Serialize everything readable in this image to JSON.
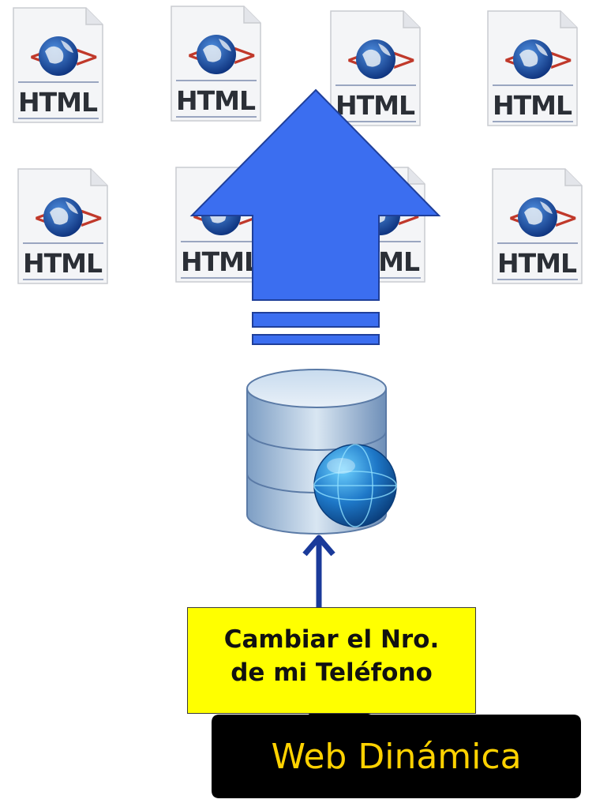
{
  "docs": [
    {
      "label": "HTML",
      "icon": "html-file-icon"
    },
    {
      "label": "HTML",
      "icon": "html-file-icon"
    },
    {
      "label": "HTML",
      "icon": "html-file-icon"
    },
    {
      "label": "HTML",
      "icon": "html-file-icon"
    },
    {
      "label": "HTML",
      "icon": "html-file-icon"
    },
    {
      "label": "HTML",
      "icon": "html-file-icon"
    },
    {
      "label": "HTML",
      "icon": "html-file-icon"
    },
    {
      "label": "HTML",
      "icon": "html-file-icon"
    }
  ],
  "arrow": {
    "icon": "up-arrow-icon",
    "color": "#3b6ef0"
  },
  "database": {
    "icon": "web-database-icon"
  },
  "note": {
    "line1": "Cambiar el Nro.",
    "line2": "de mi Teléfono",
    "color": "#ffff00"
  },
  "callout": {
    "text": "Web Dinámica",
    "color": "#ffd200"
  }
}
